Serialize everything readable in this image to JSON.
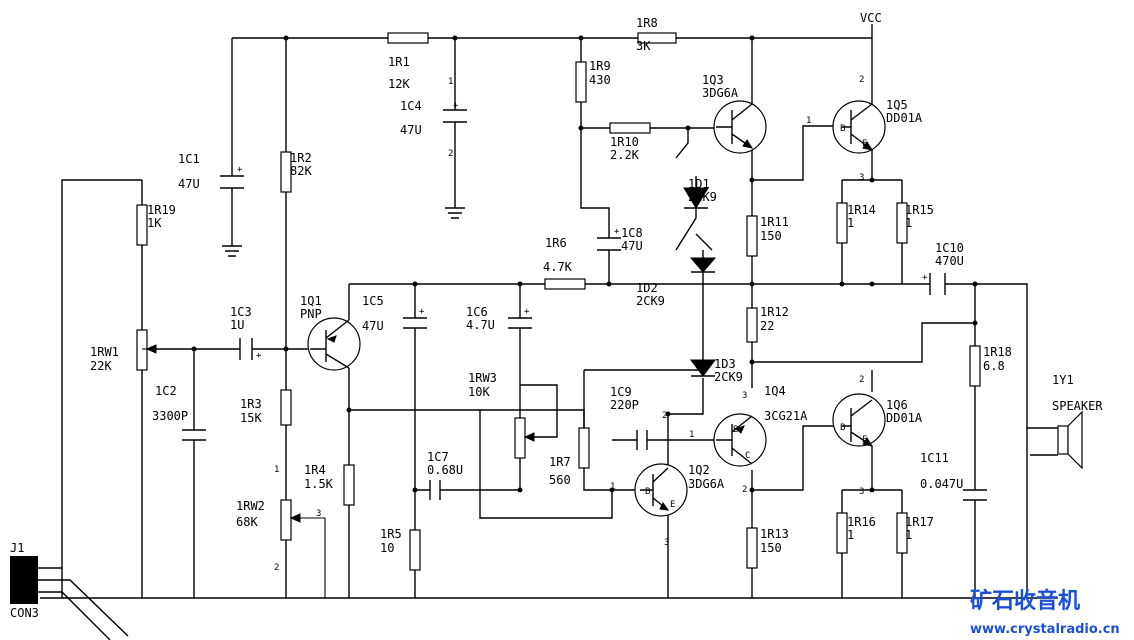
{
  "labels": {
    "vcc": "VCC",
    "r1": "1R1",
    "r1v": "12K",
    "c4": "1C4",
    "c4v": "47U",
    "r8": "1R8",
    "r8v": "3K",
    "r9": "1R9",
    "r9v": "430",
    "q3": "1Q3",
    "q3v": "3DG6A",
    "q5": "1Q5",
    "q5v": "DD01A",
    "r10": "1R10",
    "r10v": "2.2K",
    "d1": "1D1",
    "d1v": "2CK9",
    "c1": "1C1",
    "c1v": "47U",
    "r2": "1R2",
    "r2v": "82K",
    "r19": "1R19",
    "r19v": "1K",
    "r11": "1R11",
    "r11v": "150",
    "r14": "1R14",
    "r14v": "1",
    "r15": "1R15",
    "r15v": "1",
    "c8": "1C8",
    "c8v": "47U",
    "r6": "1R6",
    "r6v": "4.7K",
    "c10": "1C10",
    "c10v": "470U",
    "d2": "1D2",
    "d2v": "2CK9",
    "q1": "1Q1",
    "q1v": "PNP",
    "c5": "1C5",
    "c5v": "47U",
    "c6": "1C6",
    "c6v": "4.7U",
    "c3": "1C3",
    "c3v": "1U",
    "r12": "1R12",
    "r12v": "22",
    "rw1": "1RW1",
    "rw1v": "22K",
    "r18": "1R18",
    "r18v": "6.8",
    "d3": "1D3",
    "d3v": "2CK9",
    "rw3": "1RW3",
    "rw3v": "10K",
    "q4": "1Q4",
    "q4v": "3CG21A",
    "q6": "1Q6",
    "q6v": "DD01A",
    "y1": "1Y1",
    "y1v": "SPEAKER",
    "c2": "1C2",
    "c2v": "3300P",
    "r3": "1R3",
    "r3v": "15K",
    "c9": "1C9",
    "c9v": "220P",
    "r4": "1R4",
    "r4v": "1.5K",
    "c7": "1C7",
    "c7v": "0.68U",
    "r7": "1R7",
    "r7v": "560",
    "q2": "1Q2",
    "q2v": "3DG6A",
    "c11": "1C11",
    "c11v": "0.047U",
    "rw2": "1RW2",
    "rw2v": "68K",
    "r5": "1R5",
    "r5v": "10",
    "r13": "1R13",
    "r13v": "150",
    "r16": "1R16",
    "r16v": "1",
    "r17": "1R17",
    "r17v": "1",
    "j1": "J1",
    "j1v": "CON3"
  },
  "pins": {
    "one": "1",
    "two": "2",
    "three": "3",
    "b": "B",
    "c": "C",
    "e": "E",
    "plus": "+"
  },
  "watermark": {
    "brand": "矿石收音机",
    "url": "www.crystalradio.cn"
  },
  "colors": {
    "ink": "#000000",
    "watermark": "#1a4fd6"
  }
}
